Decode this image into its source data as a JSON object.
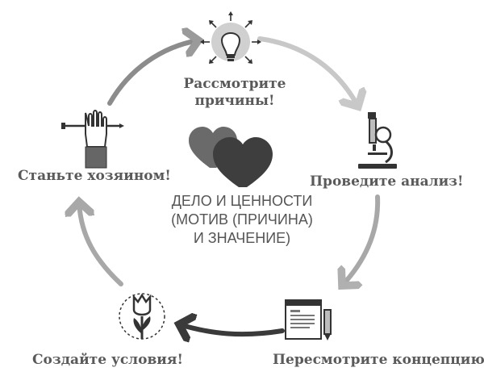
{
  "center": {
    "lines": [
      "ДЕЛО И ЦЕННОСТИ",
      "(МОТИВ (ПРИЧИНА)",
      "И ЗНАЧЕНИЕ)"
    ]
  },
  "steps": [
    {
      "line1": "Рассмотрите",
      "line2": "причины!",
      "icon": "lightbulb-icon"
    },
    {
      "line1": "Проведите анализ!",
      "icon": "microscope-icon"
    },
    {
      "line1": "Пересмотрите концепцию!",
      "icon": "document-pencil-icon"
    },
    {
      "line1": "Создайте условия!",
      "icon": "tulip-icon"
    },
    {
      "line1": "Станьте хозяином!",
      "icon": "hand-pencil-icon"
    }
  ],
  "colors": {
    "text": "#5a5a5a",
    "arrow_light": "#c8c8c8",
    "arrow_mid": "#9a9a9a",
    "arrow_dark": "#3a3a3a",
    "heart": "#4a4a4a"
  }
}
